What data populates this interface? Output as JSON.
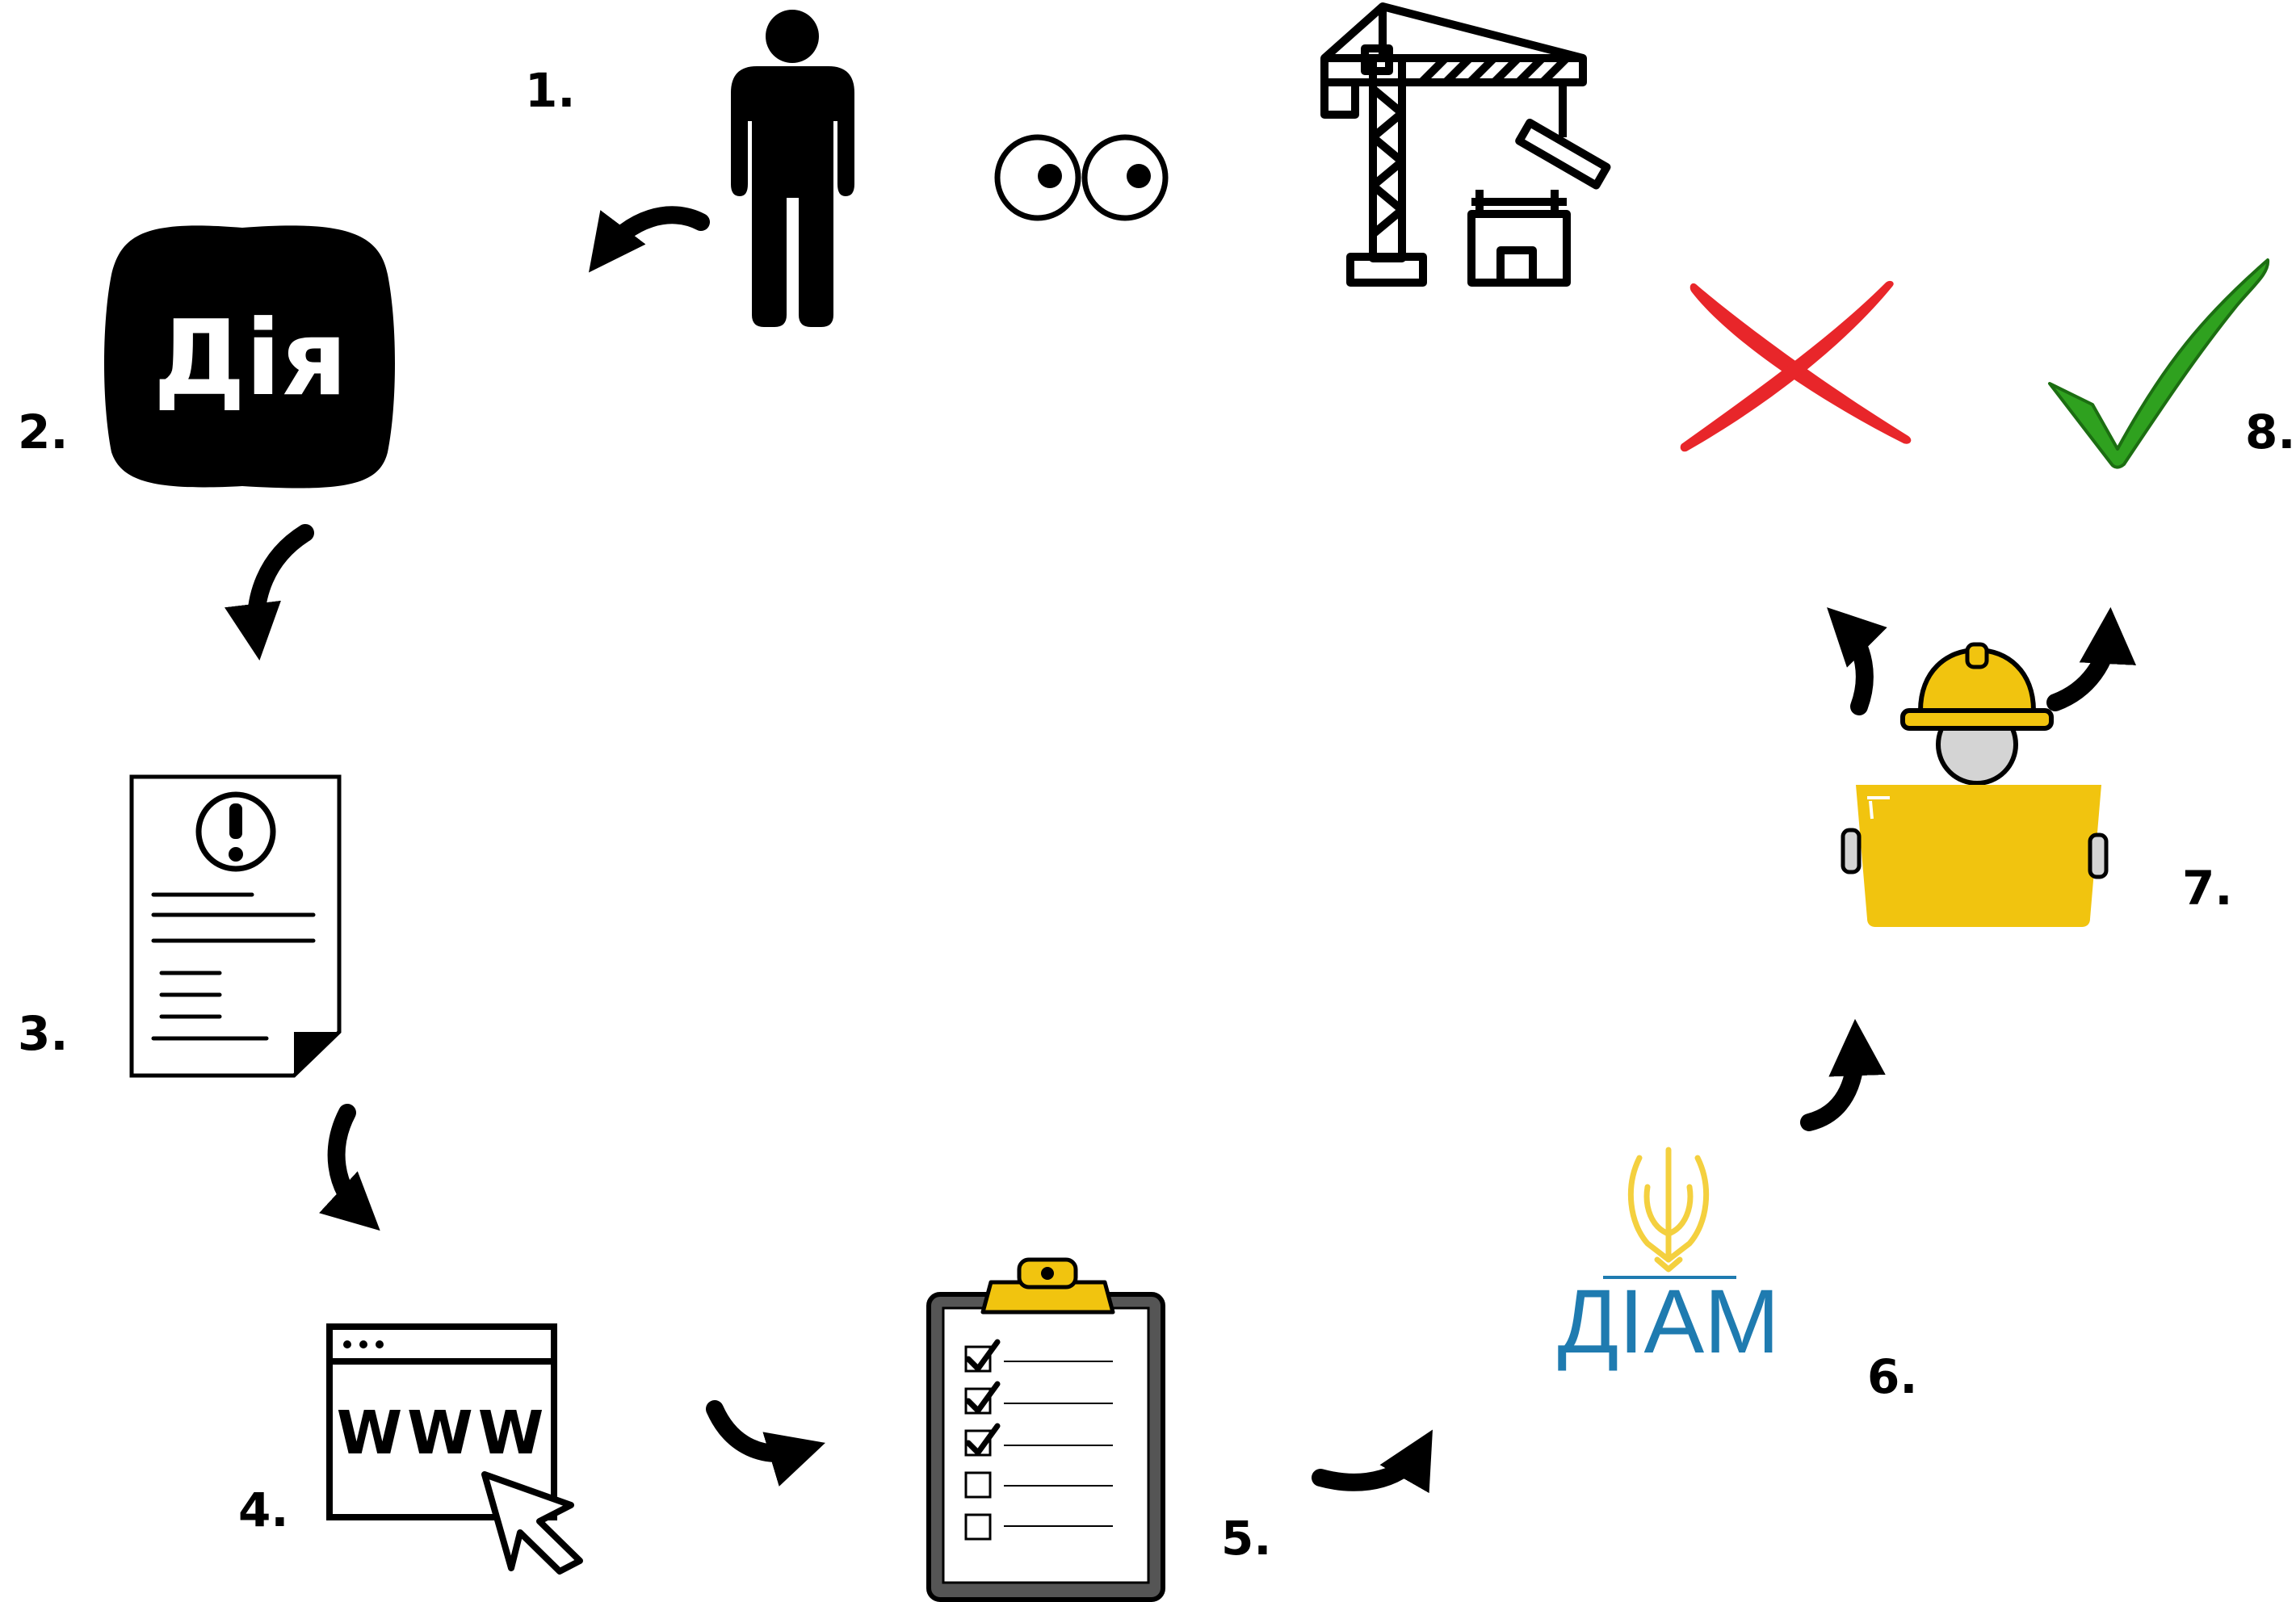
{
  "steps": [
    {
      "number": "1."
    },
    {
      "number": "2.",
      "app_label": "Дія"
    },
    {
      "number": "3."
    },
    {
      "number": "4.",
      "browser_label": "WWW"
    },
    {
      "number": "5."
    },
    {
      "number": "6.",
      "logo_label": "ДІАМ"
    },
    {
      "number": "7."
    },
    {
      "number": "8."
    }
  ],
  "icons": {
    "step1": [
      "person-icon",
      "eyes-icon",
      "construction-crane-icon"
    ],
    "step2": "diia-app-icon",
    "step3": "document-warning-icon",
    "step4": "web-browser-cursor-icon",
    "step5": "clipboard-checklist-icon",
    "step6": "diam-logo",
    "step7": "construction-worker-icon",
    "step8": [
      "rejected-cross-icon",
      "approved-check-icon"
    ]
  },
  "colors": {
    "arrow": "#000000",
    "reject": "#e8262a",
    "approve": "#2fa11f",
    "yellow": "#f1c40f",
    "diam_blue": "#1f7bb0",
    "diam_gold": "#f4d03f"
  }
}
